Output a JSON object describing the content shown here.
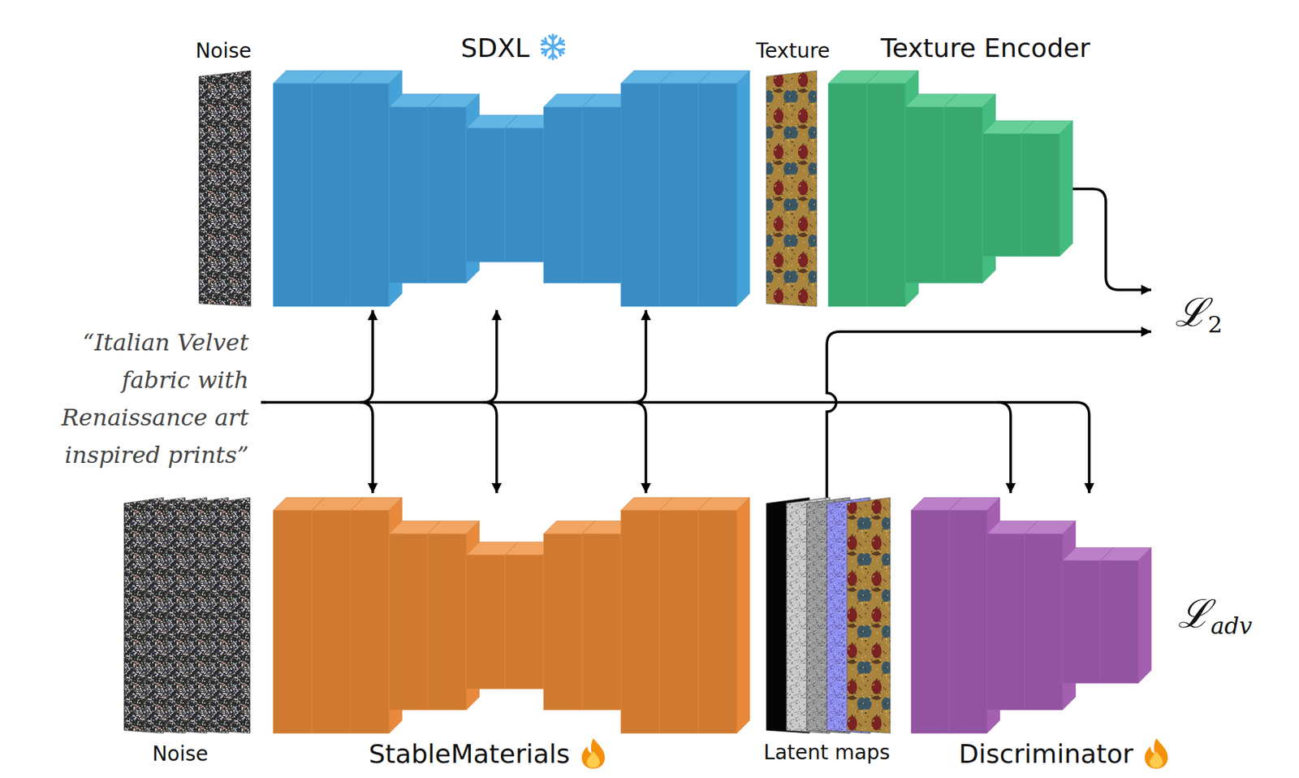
{
  "diagram": {
    "nodes": [
      {
        "text": [
          "Noise"
        ]
      },
      {
        "text": [
          "SDXL"
        ]
      },
      {
        "text": [
          "Texture"
        ]
      },
      {
        "text": [
          "Texture Encoder"
        ]
      },
      {
        "text": [
          "Noise"
        ]
      },
      {
        "text": [
          "StableMaterials"
        ]
      },
      {
        "text": [
          "Latent maps"
        ]
      },
      {
        "text": [
          "Discriminator"
        ]
      }
    ],
    "labels": [
      "“Italian Velvet fabric with Renaissance art inspired prints”",
      "ℒ",
      "2",
      "ℒ",
      "adv"
    ]
  }
}
